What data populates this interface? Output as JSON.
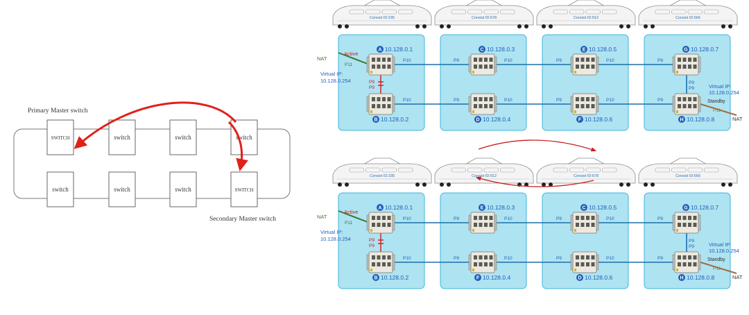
{
  "left_diagram": {
    "primary_label": "Primary Master switch",
    "secondary_label": "Secondary Master switch",
    "top_row": [
      "SWITCH",
      "switch",
      "switch",
      "switch"
    ],
    "bottom_row": [
      "switch",
      "switch",
      "switch",
      "SWITCH"
    ],
    "arrow_color": "#e0201a"
  },
  "colors": {
    "consist_fill": "#aee3f2",
    "consist_border": "#3fb5dc",
    "link_blue": "#1b6fa8",
    "link_green": "#3a7a2a",
    "text_blue": "#1f5fb8",
    "red": "#d21a1a",
    "node_badge": "#1f5fb8"
  },
  "top_train": {
    "consist_ids": [
      "Consist ID:235",
      "Consist ID:678",
      "Consist ID:912",
      "Consist ID:666"
    ]
  },
  "bottom_train": {
    "consist_ids": [
      "Consist ID:235",
      "Consist ID:912",
      "Consist ID:678",
      "Consist ID:666"
    ]
  },
  "top_network": {
    "nodes": [
      {
        "badge": "A",
        "ip": "10.128.0.1"
      },
      {
        "badge": "C",
        "ip": "10.128.0.3"
      },
      {
        "badge": "E",
        "ip": "10.128.0.5"
      },
      {
        "badge": "G",
        "ip": "10.128.0.7"
      },
      {
        "badge": "B",
        "ip": "10.128.0.2"
      },
      {
        "badge": "D",
        "ip": "10.128.0.4"
      },
      {
        "badge": "F",
        "ip": "10.128.0.6"
      },
      {
        "badge": "H",
        "ip": "10.128.0.8"
      }
    ],
    "nat": "NAT",
    "nat_right": "NAT",
    "active": "Active",
    "standby": "Standby",
    "p11_left": "P11",
    "p11_right": "P11",
    "virtual_ip_left": [
      "Virtual IP:",
      "10.128.0.254"
    ],
    "virtual_ip_right": [
      "Virtual IP:",
      "10.128.0.254"
    ],
    "p9_a": "P9",
    "p9_b": "P9"
  },
  "bottom_network": {
    "nodes": [
      {
        "badge": "A",
        "ip": "10.128.0.1"
      },
      {
        "badge": "E",
        "ip": "10.128.0.3"
      },
      {
        "badge": "C",
        "ip": "10.128.0.5"
      },
      {
        "badge": "G",
        "ip": "10.128.0.7"
      },
      {
        "badge": "B",
        "ip": "10.128.0.2"
      },
      {
        "badge": "F",
        "ip": "10.128.0.4"
      },
      {
        "badge": "D",
        "ip": "10.128.0.6"
      },
      {
        "badge": "H",
        "ip": "10.128.0.8"
      }
    ],
    "nat": "NAT",
    "nat_right": "NAT",
    "active": "Active",
    "standby": "Standby",
    "p11_left": "P11",
    "p11_right": "P11",
    "virtual_ip_left": [
      "Virtual IP:",
      "10.128.0.254"
    ],
    "virtual_ip_right": [
      "Virtual IP:",
      "10.128.0.254"
    ],
    "p9_a": "P9",
    "p9_b": "P9"
  },
  "port_labels": {
    "p9": "P9",
    "p10": "P10"
  }
}
